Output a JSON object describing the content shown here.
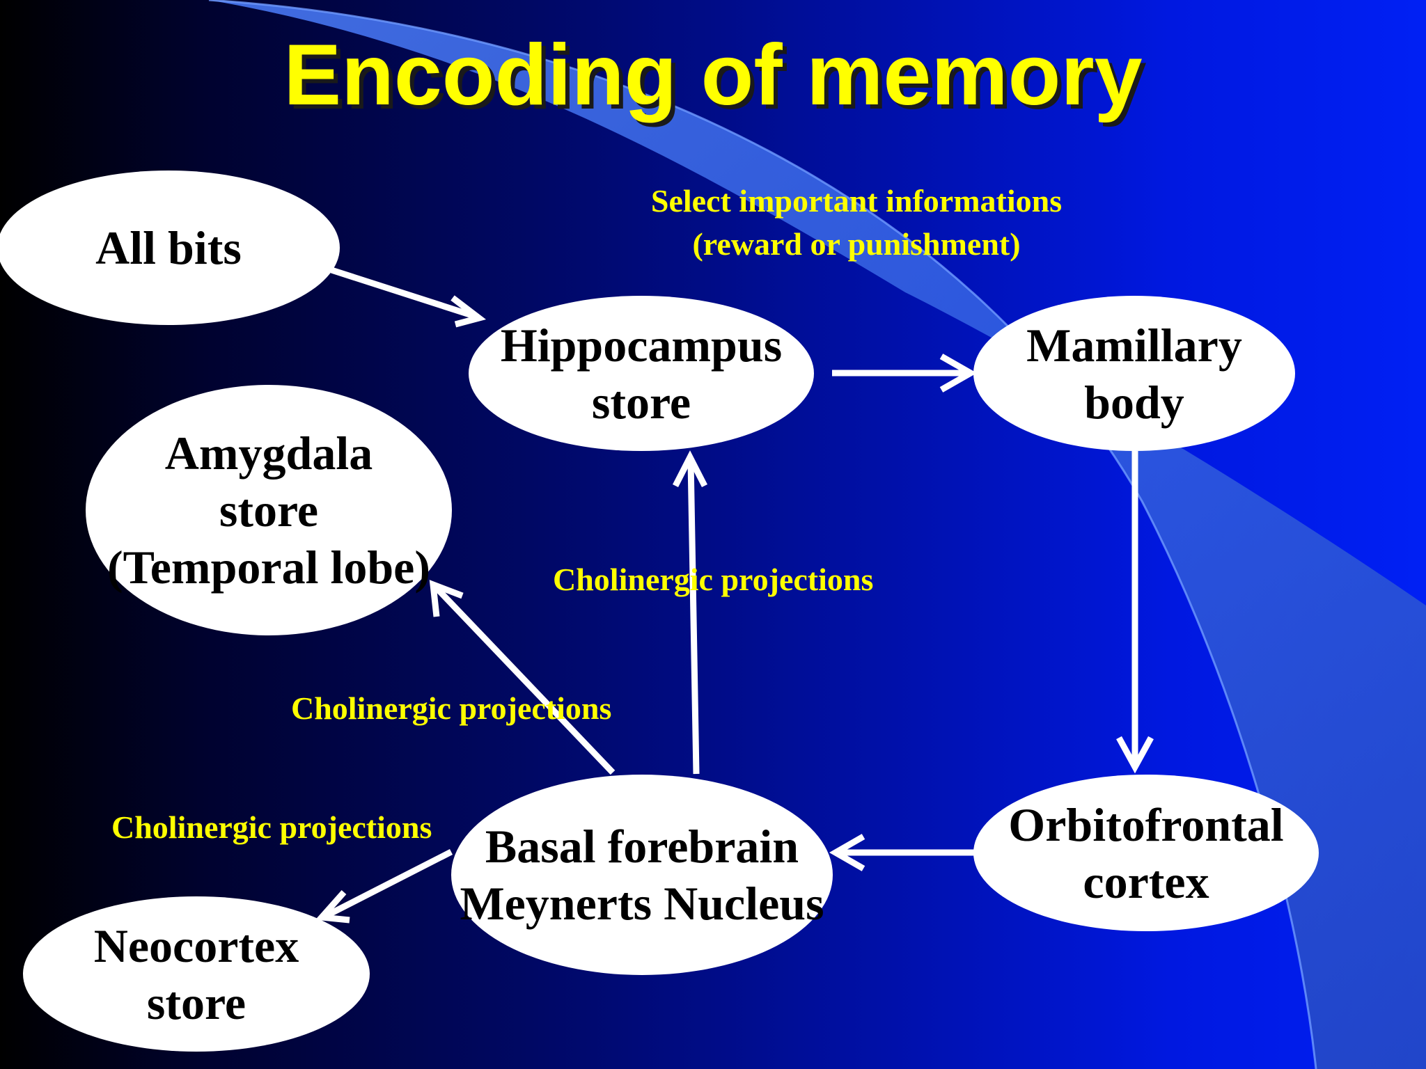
{
  "title": "Encoding of memory",
  "nodes": {
    "all_bits": [
      "All bits"
    ],
    "hippocampus": [
      "Hippocampus",
      "store"
    ],
    "mamillary": [
      "Mamillary",
      "body"
    ],
    "amygdala": [
      "Amygdala",
      "store",
      "(Temporal lobe)"
    ],
    "orbitofrontal": [
      "Orbitofrontal",
      "cortex"
    ],
    "basal_forebrain": [
      "Basal forebrain",
      "Meynerts Nucleus"
    ],
    "neocortex": [
      "Neocortex",
      "store"
    ]
  },
  "labels": {
    "select": [
      "Select important informations",
      "(reward or punishment)"
    ],
    "cholinergic_hippocampus": "Cholinergic projections",
    "cholinergic_amygdala": "Cholinergic projections",
    "cholinergic_neocortex": "Cholinergic projections"
  },
  "colors": {
    "title": "#ffff00",
    "label": "#ffff00",
    "node_fill": "#ffffff",
    "node_text": "#000000",
    "arrow": "#ffffff"
  }
}
